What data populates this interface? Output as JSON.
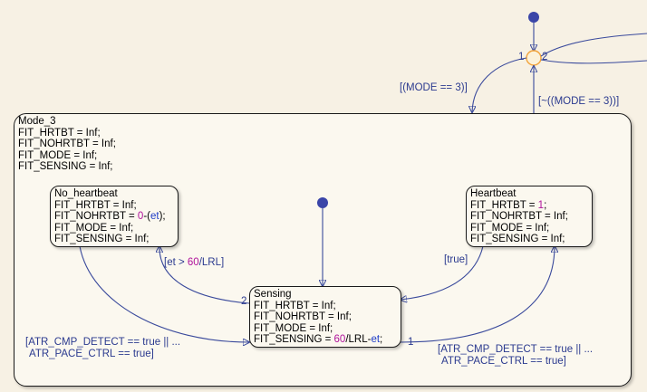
{
  "colors": {
    "background": "#f7f1e4",
    "state_fill": "#fbf8ef",
    "edge": "#3a4a9c",
    "number": "#b0139c",
    "junction": "#f2a33a",
    "dot": "#3a45a8"
  },
  "junction": {
    "left_order": "1",
    "right_order": "2"
  },
  "transitions": {
    "to_mode3": "[(MODE == 3)]",
    "not_mode3": "[~((MODE == 3))]",
    "et_gt": {
      "pre": "[et > ",
      "num": "60",
      "post": "/LRL]"
    },
    "true_label": "[true]",
    "atr_left_1": "[ATR_CMP_DETECT == true || ...",
    "atr_left_2": "ATR_PACE_CTRL == true]",
    "atr_right_1": "[ATR_CMP_DETECT == true || ...",
    "atr_right_2": "ATR_PACE_CTRL == true]",
    "order_sensing_left": "2",
    "order_sensing_right": "1"
  },
  "mode3": {
    "name": "Mode_3",
    "lines": [
      "FIT_HRTBT = Inf;",
      "FIT_NOHRTBT = Inf;",
      "FIT_MODE = Inf;",
      "FIT_SENSING = Inf;"
    ]
  },
  "no_heartbeat": {
    "name": "No_heartbeat",
    "l1": "FIT_HRTBT = Inf;",
    "l2_pre": "FIT_NOHRTBT = ",
    "l2_num": "0",
    "l2_mid": "-(",
    "l2_var": "et",
    "l2_post": ");",
    "l3": "FIT_MODE = Inf;",
    "l4": "FIT_SENSING = Inf;"
  },
  "heartbeat": {
    "name": "Heartbeat",
    "l1_pre": "FIT_HRTBT = ",
    "l1_num": "1",
    "l1_post": ";",
    "l2": "FIT_NOHRTBT = Inf;",
    "l3": "FIT_MODE = Inf;",
    "l4": "FIT_SENSING = Inf;"
  },
  "sensing": {
    "name": "Sensing",
    "l1": "FIT_HRTBT = Inf;",
    "l2": "FIT_NOHRTBT = Inf;",
    "l3": "FIT_MODE = Inf;",
    "l4_pre": "FIT_SENSING = ",
    "l4_num": "60",
    "l4_mid": "/LRL-",
    "l4_var": "et",
    "l4_post": ";"
  }
}
